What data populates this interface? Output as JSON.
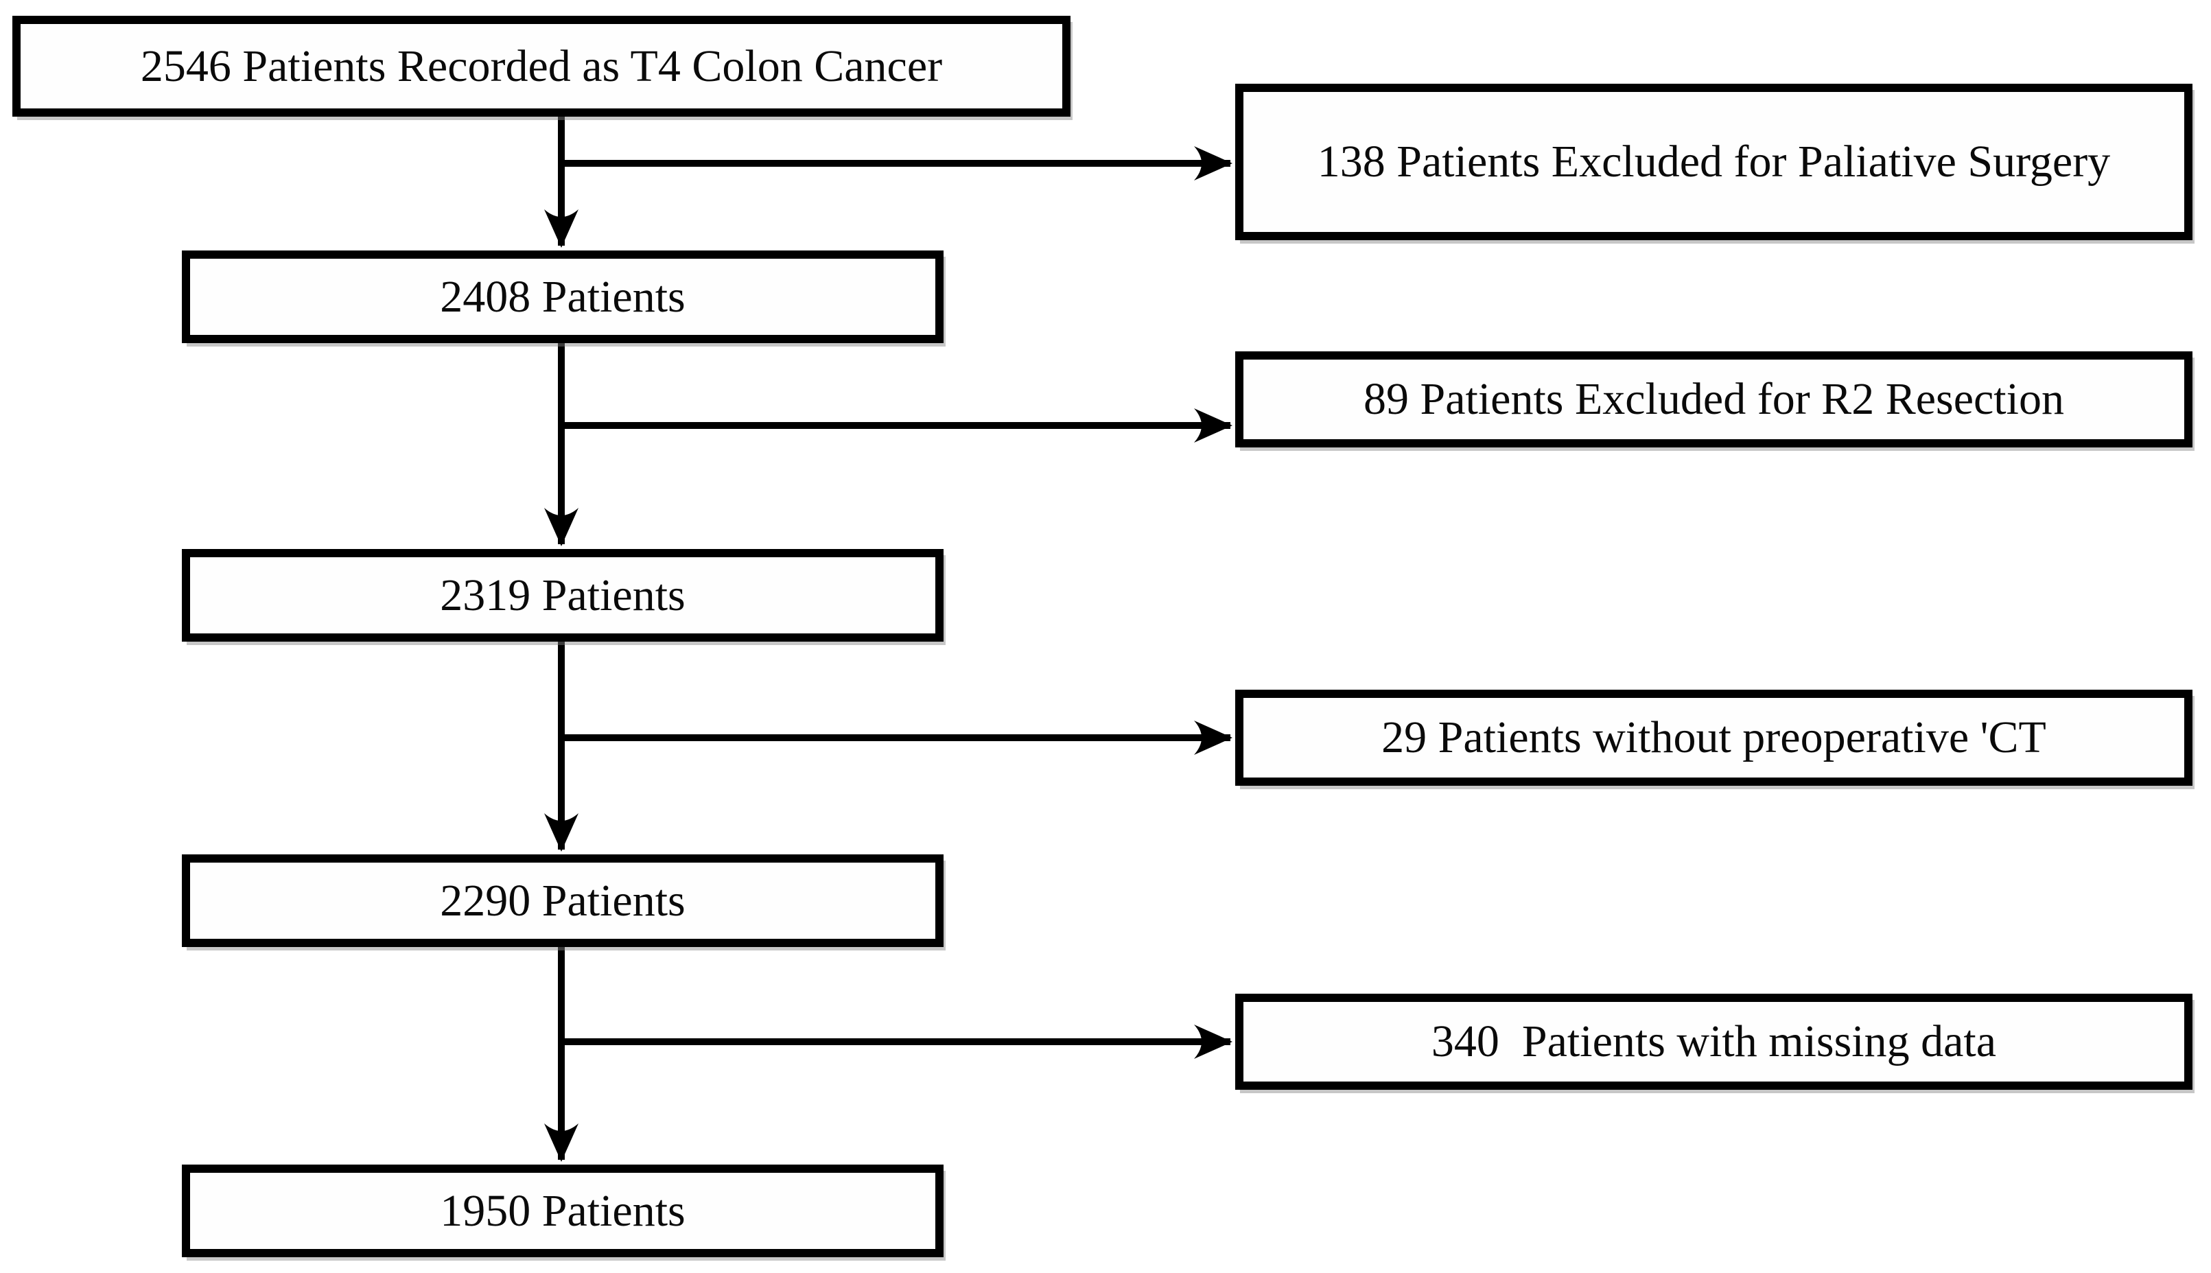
{
  "diagram": {
    "type": "flowchart",
    "colors": {
      "background": "#ffffff",
      "box_border": "#000000",
      "box_fill": "#fefefe",
      "text": "#0a0a0a",
      "connector": "#000000"
    },
    "flow_boxes": [
      {
        "label": "2546 Patients Recorded as T4 Colon Cancer"
      },
      {
        "label": "2408 Patients"
      },
      {
        "label": "2319 Patients"
      },
      {
        "label": "2290 Patients"
      },
      {
        "label": "1950 Patients"
      }
    ],
    "exclusion_boxes": [
      {
        "label": "138 Patients Excluded for Paliative Surgery"
      },
      {
        "label": "89 Patients Excluded for R2 Resection"
      },
      {
        "label": "29 Patients without preoperative 'CT"
      },
      {
        "label": "340  Patients with missing data"
      }
    ]
  }
}
